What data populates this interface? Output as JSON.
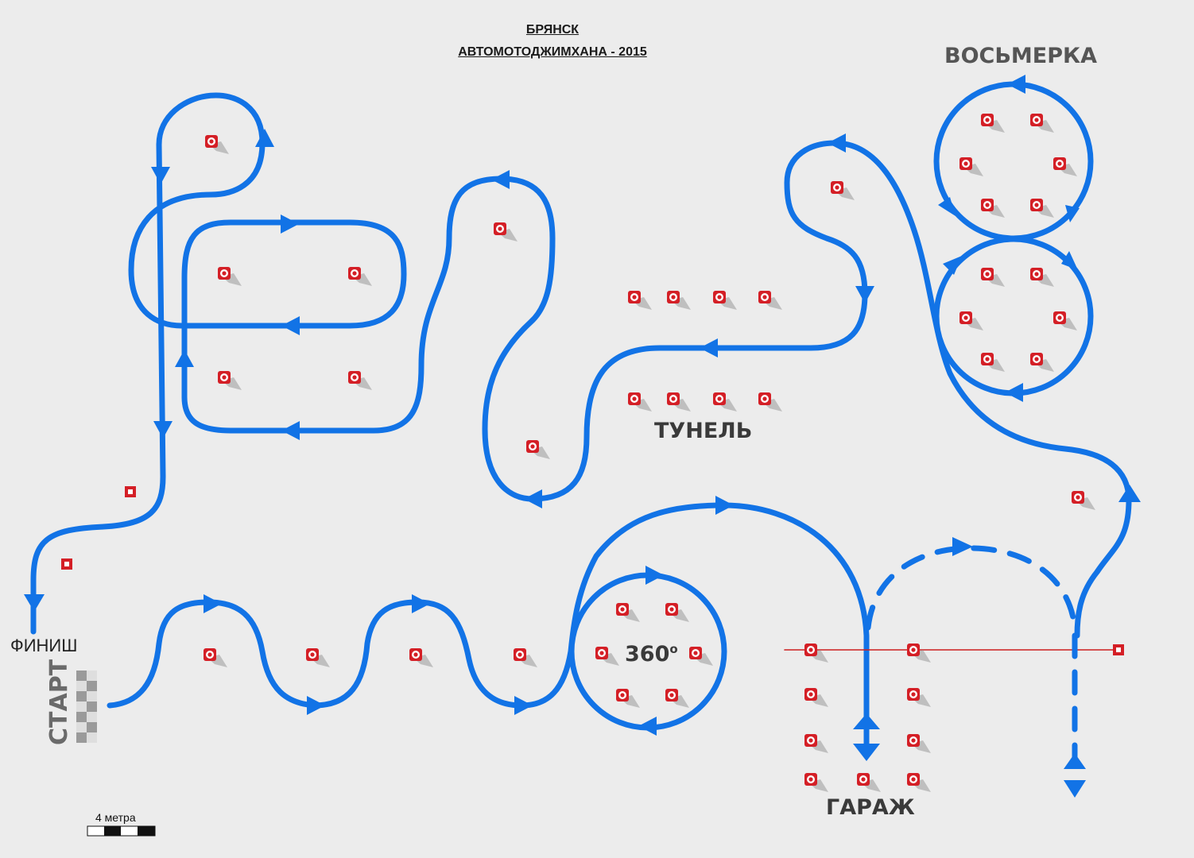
{
  "header": {
    "city": "БРЯНСК",
    "event": "АВТОМОТОДЖИМХАНА - 2015"
  },
  "labels": {
    "figure_eight": "ВОСЬМЕРКА",
    "tunnel": "ТУНЕЛЬ",
    "circle_360": "360",
    "circle_360_sup": "о",
    "garage": "ГАРАЖ",
    "finish": "ФИНИШ",
    "start": "СТАРТ"
  },
  "scale": {
    "label": "4 метра"
  },
  "colors": {
    "route": "#1273e6",
    "cone": "#d41f26",
    "background": "#ececec",
    "text": "#3a3a3a",
    "line": "#cc1f1f"
  },
  "icons": {
    "cone": "cone-icon",
    "marker": "marker-icon",
    "arrow": "arrow-icon",
    "checkered_flag": "checkered-flag-icon"
  }
}
